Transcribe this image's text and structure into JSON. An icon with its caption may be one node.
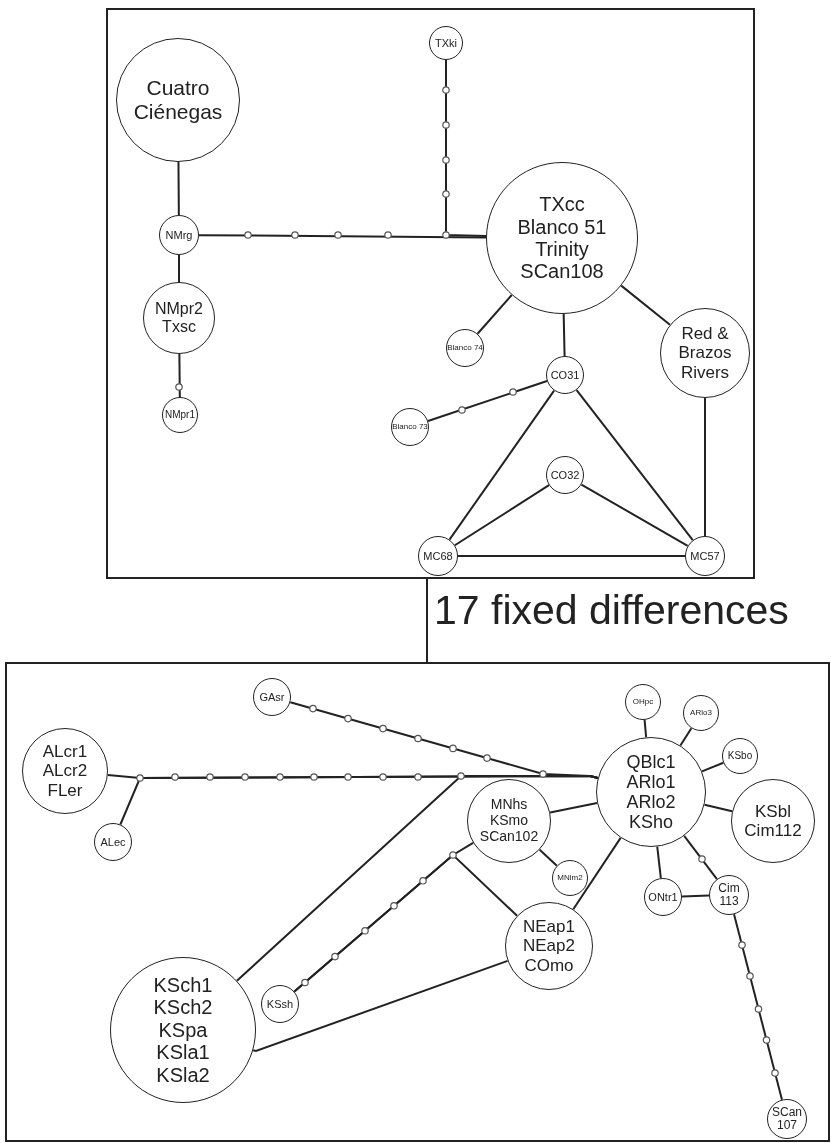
{
  "diagram": {
    "nodes": [
      {
        "text": [],
        "shape": "box"
      },
      {
        "text": [
          "Cuatro Ciénegas"
        ],
        "in": 0
      },
      {
        "text": [
          "TXki"
        ],
        "in": 0
      },
      {
        "text": [
          "NMrg"
        ],
        "in": 0
      },
      {
        "text": [
          "TXcc",
          "Blanco 51",
          "Trinity",
          "SCan108"
        ],
        "in": 0
      },
      {
        "text": [
          "NMpr2",
          "Txsc"
        ],
        "in": 0
      },
      {
        "text": [
          "Blanco 74"
        ],
        "in": 0
      },
      {
        "text": [
          "Red & Brazos Rivers"
        ],
        "in": 0
      },
      {
        "text": [
          "CO31"
        ],
        "in": 0
      },
      {
        "text": [
          "Blanco 73"
        ],
        "in": 0
      },
      {
        "text": [
          "NMpr1"
        ],
        "in": 0
      },
      {
        "text": [
          "CO32"
        ],
        "in": 0
      },
      {
        "text": [
          "MC68"
        ],
        "in": 0
      },
      {
        "text": [
          "MC57"
        ],
        "in": 0
      },
      {
        "text": [],
        "shape": "box"
      },
      {
        "text": [
          "GAsr"
        ],
        "in": 14
      },
      {
        "text": [
          "OHpc"
        ],
        "in": 14
      },
      {
        "text": [
          "ARlo3"
        ],
        "in": 14
      },
      {
        "text": [
          "ALcr1",
          "ALcr2",
          "FLer"
        ],
        "in": 14
      },
      {
        "text": [
          "KSbo"
        ],
        "in": 14
      },
      {
        "text": [
          "QBlc1",
          "ARlo1",
          "ARlo2",
          "KSho"
        ],
        "in": 14
      },
      {
        "text": [
          "MNhs",
          "KSmo",
          "SCan102"
        ],
        "in": 14
      },
      {
        "text": [
          "KSbl",
          "Cim112"
        ],
        "in": 14
      },
      {
        "text": [
          "ALec"
        ],
        "in": 14
      },
      {
        "text": [
          "MNlm2"
        ],
        "in": 14
      },
      {
        "text": [
          "ONtr1"
        ],
        "in": 14
      },
      {
        "text": [
          "Cim 113"
        ],
        "in": 14
      },
      {
        "text": [
          "NEap1",
          "NEap2",
          "COmo"
        ],
        "in": 14
      },
      {
        "text": [
          "KSch1",
          "KSch2",
          "KSpa",
          "KSla1",
          "KSla2"
        ],
        "in": 14
      },
      {
        "text": [
          "KSsh"
        ],
        "in": 14
      },
      {
        "text": [
          "SCan 107"
        ],
        "in": 14
      }
    ],
    "edges": [
      {
        "from": 0,
        "to": 14,
        "arrow": "none",
        "label": "17 fixed differences"
      },
      {
        "from": 1,
        "to": 3,
        "arrow": "none"
      },
      {
        "from": 3,
        "to": 4,
        "arrow": "none"
      },
      {
        "from": 2,
        "to": 4,
        "arrow": "none"
      },
      {
        "from": 3,
        "to": 5,
        "arrow": "none"
      },
      {
        "from": 5,
        "to": 10,
        "arrow": "none"
      },
      {
        "from": 4,
        "to": 6,
        "arrow": "none"
      },
      {
        "from": 4,
        "to": 8,
        "arrow": "none"
      },
      {
        "from": 4,
        "to": 7,
        "arrow": "none"
      },
      {
        "from": 8,
        "to": 9,
        "arrow": "none"
      },
      {
        "from": 8,
        "to": 12,
        "arrow": "none"
      },
      {
        "from": 8,
        "to": 13,
        "arrow": "none"
      },
      {
        "from": 11,
        "to": 12,
        "arrow": "none"
      },
      {
        "from": 11,
        "to": 13,
        "arrow": "none"
      },
      {
        "from": 12,
        "to": 13,
        "arrow": "none"
      },
      {
        "from": 7,
        "to": 13,
        "arrow": "none"
      },
      {
        "from": 18,
        "to": 20,
        "arrow": "none"
      },
      {
        "from": 23,
        "to": 20,
        "arrow": "none"
      },
      {
        "from": 15,
        "to": 20,
        "arrow": "none"
      },
      {
        "from": 28,
        "to": 20,
        "arrow": "none"
      },
      {
        "from": 28,
        "to": 27,
        "arrow": "none"
      },
      {
        "from": 29,
        "to": 21,
        "arrow": "none"
      },
      {
        "from": 29,
        "to": 27,
        "arrow": "none"
      },
      {
        "from": 21,
        "to": 20,
        "arrow": "none"
      },
      {
        "from": 21,
        "to": 24,
        "arrow": "none"
      },
      {
        "from": 27,
        "to": 20,
        "arrow": "none"
      },
      {
        "from": 20,
        "to": 16,
        "arrow": "none"
      },
      {
        "from": 20,
        "to": 17,
        "arrow": "none"
      },
      {
        "from": 20,
        "to": 19,
        "arrow": "none"
      },
      {
        "from": 20,
        "to": 22,
        "arrow": "none"
      },
      {
        "from": 20,
        "to": 25,
        "arrow": "none"
      },
      {
        "from": 20,
        "to": 26,
        "arrow": "none"
      },
      {
        "from": 25,
        "to": 26,
        "arrow": "none"
      },
      {
        "from": 26,
        "to": 30,
        "arrow": "none"
      }
    ]
  }
}
